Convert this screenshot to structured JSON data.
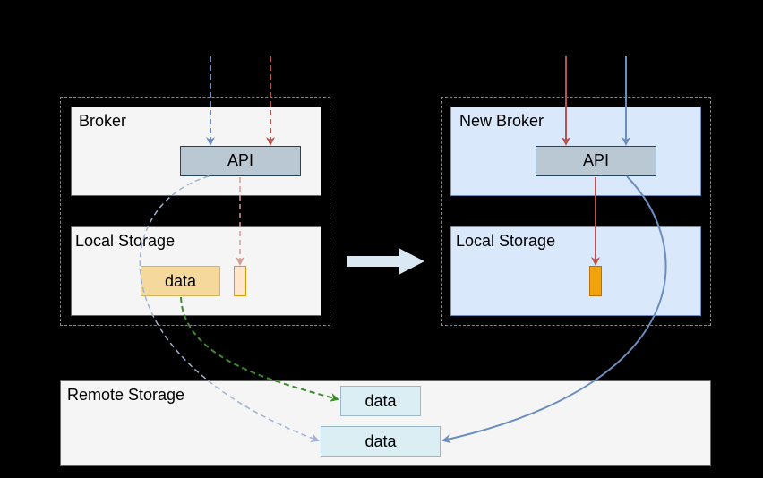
{
  "old_broker": {
    "broker_label": "Broker",
    "api_label": "API",
    "local_storage_label": "Local Storage",
    "data_label": "data"
  },
  "new_broker": {
    "broker_label": "New Broker",
    "api_label": "API",
    "local_storage_label": "Local Storage"
  },
  "remote_storage": {
    "label": "Remote Storage",
    "data_top_label": "data",
    "data_bottom_label": "data"
  },
  "colors": {
    "background": "#000000",
    "gray_box_fill": "#f5f5f5",
    "blue_box_fill": "#dae8fc",
    "api_fill": "#bac8d3",
    "data_fill_orange": "#f5d89b",
    "segment_fill_light": "#ffe6cc",
    "segment_fill_orange": "#f0a30a",
    "remote_data_fill": "#dbeef3",
    "arrow_blue": "#6c8ebf",
    "arrow_red": "#b85450",
    "arrow_green": "#3d8a2e",
    "transition_arrow": "#dae8f3"
  }
}
